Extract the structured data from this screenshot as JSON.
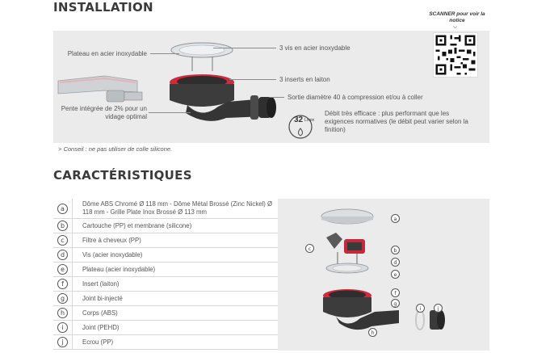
{
  "installation": {
    "title": "INSTALLATION",
    "labels": {
      "plateau": "Plateau en acier inoxydable",
      "pente": "Pente intégrée de 2% pour un vidage optimal",
      "vis": "3 vis en acier inoxydable",
      "inserts": "3 inserts en laiton",
      "sortie": "Sortie diamètre 40 à compression et/ou à coller",
      "debit": "Débit très efficace : plus performant que les exigences normatives (le débit peut varier selon la finition)"
    },
    "scanner": "SCANNER pour voir la notice",
    "flow": {
      "value": "32",
      "unit": "L/min"
    },
    "conseil": "> Conseil : ne pas utiliser de colle silicone."
  },
  "caracteristiques": {
    "title": "CARACTÉRISTIQUES",
    "rows": [
      {
        "letter": "a",
        "text": "Dôme ABS Chromé Ø 118 mm - Dôme Métal Brossé (Zinc Nickel) Ø 118 mm - Grille Plate Inox Brossé Ø 113 mm"
      },
      {
        "letter": "b",
        "text": "Cartouche (PP) et membrane (silicone)"
      },
      {
        "letter": "c",
        "text": "Filtre à cheveux (PP)"
      },
      {
        "letter": "d",
        "text": "Vis (acier inoxydable)"
      },
      {
        "letter": "e",
        "text": "Plateau (acier inoxydable)"
      },
      {
        "letter": "f",
        "text": "Insert (laiton)"
      },
      {
        "letter": "g",
        "text": "Joint bi-injecté"
      },
      {
        "letter": "h",
        "text": "Corps (ABS)"
      },
      {
        "letter": "i",
        "text": "Joint (PEHD)"
      },
      {
        "letter": "j",
        "text": "Ecrou (PP)"
      }
    ]
  },
  "colors": {
    "accent_red": "#d6283b",
    "panel_bg": "#ebebeb",
    "body_dark": "#3c3c3c"
  }
}
